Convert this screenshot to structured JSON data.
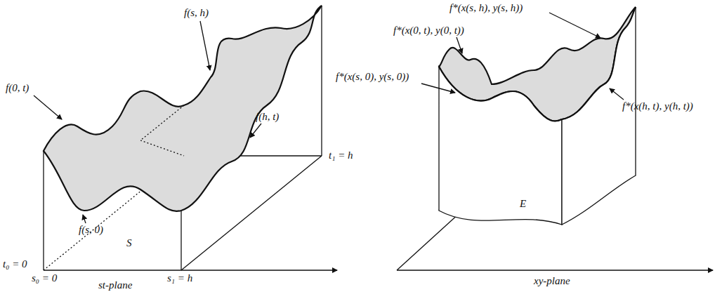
{
  "diagram": {
    "labels": [
      "f(s, h)",
      "f(0, t)",
      "f(h, t)",
      "f(s, 0)",
      "S",
      "t₁ = h",
      "t₀ = 0",
      "s₀ = 0",
      "s₁ = h",
      "st-plane",
      "f*(x(s, h), y(s, h))",
      "f*(x(0, t), y(0, t))",
      "f*(x(h, t), y(h, t))",
      "f*(x(s, 0), y(s, 0))",
      "E",
      "xy-plane"
    ]
  }
}
